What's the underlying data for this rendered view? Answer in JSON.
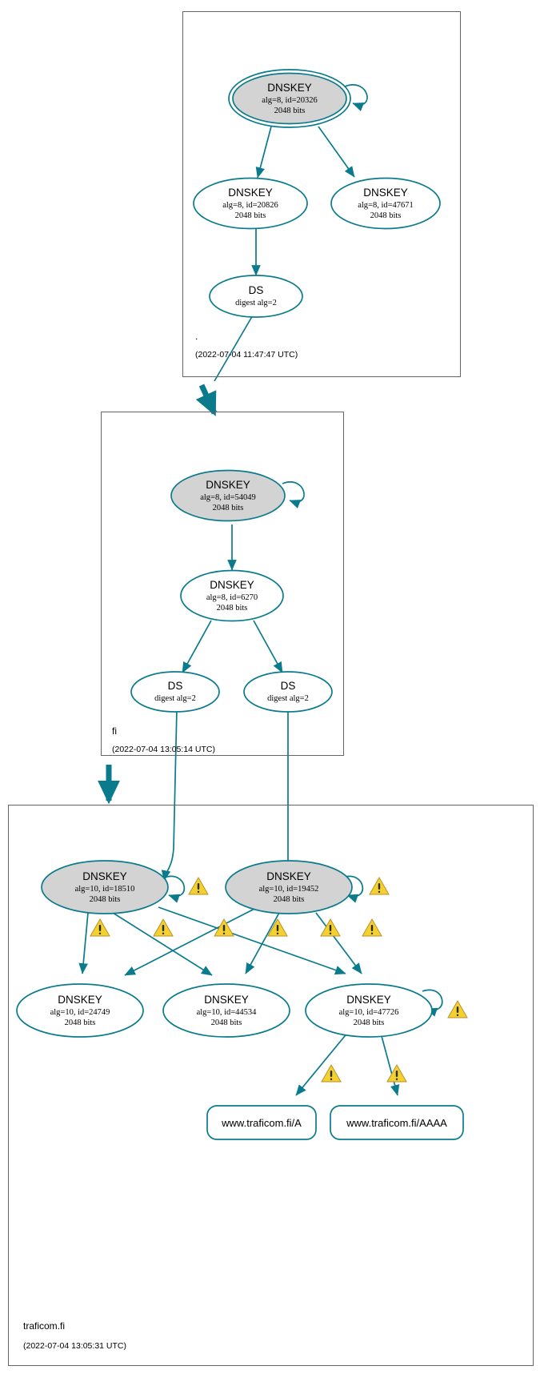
{
  "diagram": {
    "kind": "dnssec-authentication-chain",
    "colors": {
      "edge": "#0a7b8c",
      "node_border": "#0a7b8c",
      "sep_fill": "#d3d3d3",
      "zone_border": "#666666",
      "warning_fill": "#f5d130",
      "background": "#ffffff"
    }
  },
  "zones": [
    {
      "id": "root",
      "label": ".",
      "timestamp": "(2022-07-04 11:47:47 UTC)",
      "nodes": [
        {
          "id": "root-ksk-20326",
          "type": "DNSKEY",
          "title": "DNSKEY",
          "line2": "alg=8, id=20326",
          "line3": "2048 bits",
          "trust_anchor": true,
          "secure": true
        },
        {
          "id": "root-zsk-20826",
          "type": "DNSKEY",
          "title": "DNSKEY",
          "line2": "alg=8, id=20826",
          "line3": "2048 bits",
          "trust_anchor": false,
          "secure": false
        },
        {
          "id": "root-zsk-47671",
          "type": "DNSKEY",
          "title": "DNSKEY",
          "line2": "alg=8, id=47671",
          "line3": "2048 bits",
          "trust_anchor": false,
          "secure": false
        },
        {
          "id": "root-ds-fi",
          "type": "DS",
          "title": "DS",
          "line2": "digest alg=2",
          "line3": "",
          "trust_anchor": false,
          "secure": false
        }
      ]
    },
    {
      "id": "fi",
      "label": "fi",
      "timestamp": "(2022-07-04 13:05:14 UTC)",
      "nodes": [
        {
          "id": "fi-ksk-54049",
          "type": "DNSKEY",
          "title": "DNSKEY",
          "line2": "alg=8, id=54049",
          "line3": "2048 bits",
          "trust_anchor": false,
          "secure": true
        },
        {
          "id": "fi-zsk-6270",
          "type": "DNSKEY",
          "title": "DNSKEY",
          "line2": "alg=8, id=6270",
          "line3": "2048 bits",
          "trust_anchor": false,
          "secure": false
        },
        {
          "id": "fi-ds-left",
          "type": "DS",
          "title": "DS",
          "line2": "digest alg=2",
          "line3": "",
          "trust_anchor": false,
          "secure": false
        },
        {
          "id": "fi-ds-right",
          "type": "DS",
          "title": "DS",
          "line2": "digest alg=2",
          "line3": "",
          "trust_anchor": false,
          "secure": false
        }
      ]
    },
    {
      "id": "traficom-fi",
      "label": "traficom.fi",
      "timestamp": "(2022-07-04 13:05:31 UTC)",
      "nodes": [
        {
          "id": "tf-ksk-18510",
          "type": "DNSKEY",
          "title": "DNSKEY",
          "line2": "alg=10, id=18510",
          "line3": "2048 bits",
          "trust_anchor": false,
          "secure": true
        },
        {
          "id": "tf-ksk-19452",
          "type": "DNSKEY",
          "title": "DNSKEY",
          "line2": "alg=10, id=19452",
          "line3": "2048 bits",
          "trust_anchor": false,
          "secure": true
        },
        {
          "id": "tf-zsk-24749",
          "type": "DNSKEY",
          "title": "DNSKEY",
          "line2": "alg=10, id=24749",
          "line3": "2048 bits",
          "trust_anchor": false,
          "secure": false
        },
        {
          "id": "tf-zsk-44534",
          "type": "DNSKEY",
          "title": "DNSKEY",
          "line2": "alg=10, id=44534",
          "line3": "2048 bits",
          "trust_anchor": false,
          "secure": false
        },
        {
          "id": "tf-zsk-47726",
          "type": "DNSKEY",
          "title": "DNSKEY",
          "line2": "alg=10, id=47726",
          "line3": "2048 bits",
          "trust_anchor": false,
          "secure": false
        }
      ],
      "rrsets": [
        {
          "id": "rr-a",
          "label": "www.traficom.fi/A"
        },
        {
          "id": "rr-aaaa",
          "label": "www.traficom.fi/AAAA"
        }
      ]
    }
  ],
  "warnings": {
    "glyph": "warning-triangle",
    "count": 12,
    "description": "warning"
  }
}
